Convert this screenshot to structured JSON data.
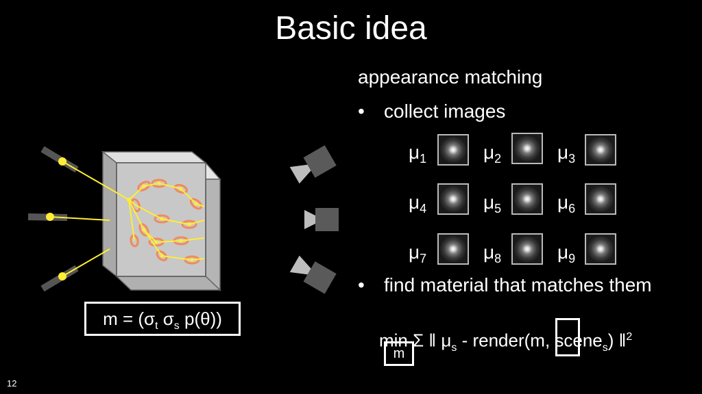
{
  "slide": {
    "title": "Basic idea",
    "heading": "appearance matching",
    "bullets": [
      "collect images",
      "find material that matches them"
    ],
    "bullet_char": "•",
    "measurements": [
      {
        "symbol": "μ",
        "index": "1"
      },
      {
        "symbol": "μ",
        "index": "2"
      },
      {
        "symbol": "μ",
        "index": "3"
      },
      {
        "symbol": "μ",
        "index": "4"
      },
      {
        "symbol": "μ",
        "index": "5"
      },
      {
        "symbol": "μ",
        "index": "6"
      },
      {
        "symbol": "μ",
        "index": "7"
      },
      {
        "symbol": "μ",
        "index": "8"
      },
      {
        "symbol": "μ",
        "index": "9"
      }
    ],
    "material_formula": {
      "prefix": "m = (σ",
      "sub_t": "t",
      "middle": " σ",
      "sub_s": "s",
      "suffix": " p(θ))"
    },
    "objective": {
      "part1": "min Σ ‖ μ",
      "sub1": "s",
      "part2": " - render(m, scene",
      "sub2": "s",
      "part3": ") ‖",
      "sup": "2"
    },
    "min_variable": "m",
    "page_number": "12"
  },
  "colors": {
    "background": "#000000",
    "text": "#ffffff",
    "light_path": "#ffee33",
    "scatter_ellipse": "#f08a5d",
    "cube": "#c8c8c8",
    "camera": "#5a5a5a"
  }
}
